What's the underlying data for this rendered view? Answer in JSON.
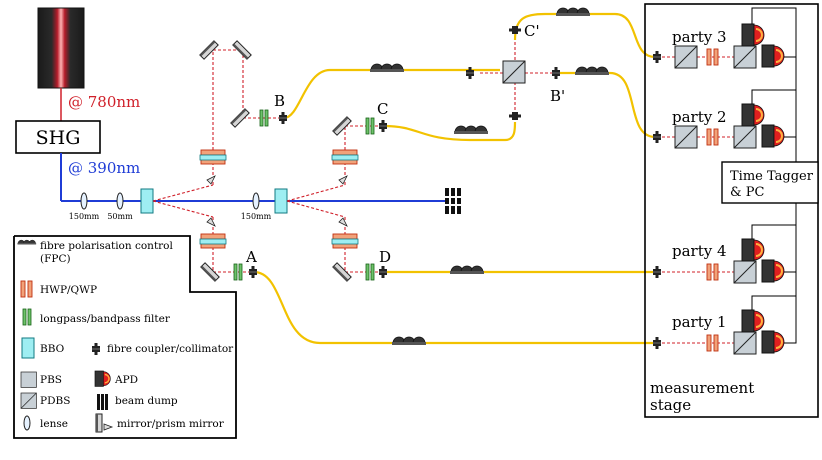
{
  "source": {
    "shg_label": "SHG",
    "wavelength_red": "@ 780nm",
    "wavelength_blue": "@ 390nm",
    "red_color": "#d0202a",
    "blue_color": "#1f3cd6"
  },
  "lenses": {
    "l1": "150mm",
    "l2": "50mm",
    "l3": "150mm"
  },
  "couplers": {
    "A": "A",
    "B": "B",
    "C": "C",
    "D": "D",
    "B_prime": "B'",
    "C_prime": "C'"
  },
  "parties": {
    "p1": "party 1",
    "p2": "party 2",
    "p3": "party 3",
    "p4": "party 4"
  },
  "tagger": {
    "line1": "Time Tagger",
    "line2": "& PC"
  },
  "stage": {
    "line1": "measurement",
    "line2": "stage"
  },
  "legend": {
    "fpc_line1": "fibre polarisation control",
    "fpc_line2": "(FPC)",
    "hwp": "HWP/QWP",
    "filter": "longpass/bandpass filter",
    "bbo": "BBO",
    "coupler": "fibre coupler/collimator",
    "pbs": "PBS",
    "apd": "APD",
    "pdbs": "PDBS",
    "dump": "beam dump",
    "lense": "lense",
    "mirror": "mirror/prism mirror"
  },
  "colors": {
    "fibre": "#f2c200",
    "bbo_fill": "#9eeef2",
    "hwp_fill": "#f1a27a",
    "filter_fill": "#6ec26a",
    "apd_fill": "#cc1e1e"
  }
}
